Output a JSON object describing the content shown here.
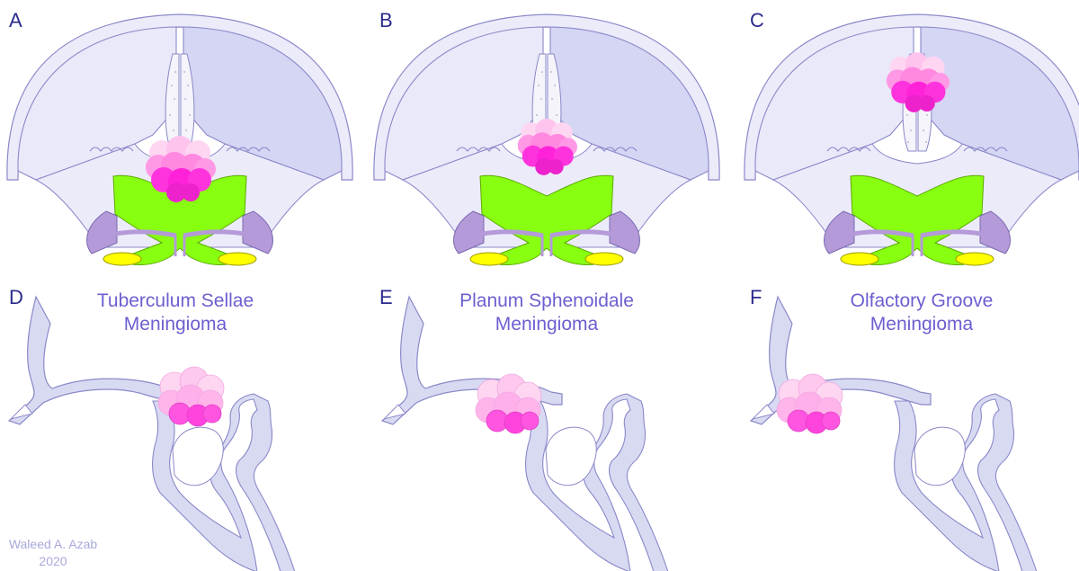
{
  "panels": [
    {
      "letter": "A"
    },
    {
      "letter": "B"
    },
    {
      "letter": "C"
    },
    {
      "letter": "D"
    },
    {
      "letter": "E"
    },
    {
      "letter": "F"
    }
  ],
  "captions": [
    {
      "line1": "Tuberculum Sellae",
      "line2": "Meningioma"
    },
    {
      "line1": "Planum Sphenoidale",
      "line2": "Meningioma"
    },
    {
      "line1": "Olfactory Groove",
      "line2": "Meningioma"
    }
  ],
  "credit": {
    "name": "Waleed A. Azab",
    "year": "2020"
  },
  "colors": {
    "skull_left": "#e8e8f8",
    "skull_right": "#d4d4f4",
    "outline": "#8a88c8",
    "chiasm": "#88ff11",
    "carotid": "#b49ad8",
    "optic_end": "#ffff00",
    "tumor_dark": "#ff33dd",
    "tumor_light": "#ffbbee"
  }
}
